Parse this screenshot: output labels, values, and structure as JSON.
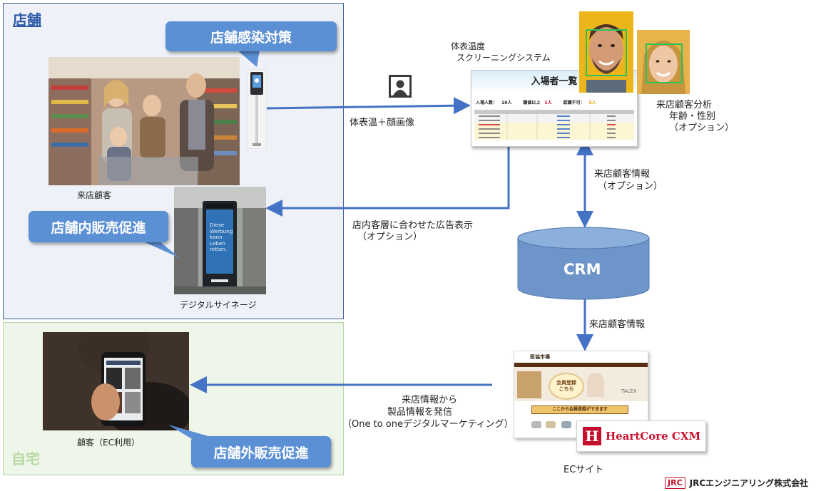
{
  "zones": {
    "store": "店舗",
    "home": "自宅"
  },
  "callouts": {
    "infection": "店舗感染対策",
    "instore": "店舗内販売促進",
    "outstore": "店舗外販売促進"
  },
  "labels": {
    "store_customer": "来店顧客",
    "signage": "デジタルサイネージ",
    "system_line1": "体表温度",
    "system_line2": "スクリーニングシステム",
    "temp_face": "体表温＋顔画像",
    "analysis_line1": "来店顧客分析",
    "analysis_line2": "年齢・性別",
    "analysis_line3": "（オプション）",
    "customer_info_opt_line1": "来店顧客情報",
    "customer_info_opt_line2": "（オプション）",
    "ad_line1": "店内客層に合わせた広告表示",
    "ad_line2": "（オプション）",
    "crm": "CRM",
    "customer_info": "来店顧客情報",
    "ec_line1": "来店情報から",
    "ec_line2": "製品情報を発信",
    "ec_line3": "（One to oneデジタルマーケティング）",
    "ec_customer": "顧客（EC利用）",
    "ec_site": "ECサイト",
    "company_badge": "JRC",
    "company": "JRCエンジニアリング株式会社"
  },
  "screen": {
    "title": "入場者一覧",
    "summary_label_1": "入場人数：",
    "summary_value_1": "10人",
    "summary_label_2": "閾値以上",
    "summary_value_2": "1人",
    "summary_label_3": "認識不可：",
    "summary_value_3": "5人"
  },
  "ec": {
    "site_name": "医協市場",
    "register_line1": "会員登録",
    "register_line2": "こちら",
    "banner": "ここから会員登録ができます",
    "talex": "TALEX"
  },
  "heartcore": {
    "mark": "H",
    "name": "HeartCore CXM"
  },
  "signage_screen": {
    "line1": "Diese",
    "line2": "Werbung",
    "line3": "kann",
    "line4": "Leben",
    "line5": "retten."
  },
  "colors": {
    "store_zone": "#eef2f8",
    "home_zone": "#eef5e9",
    "callout": "#5b90d4",
    "arrow": "#4472c4",
    "crm": "#6d95c9",
    "company_red": "#c8102e"
  }
}
